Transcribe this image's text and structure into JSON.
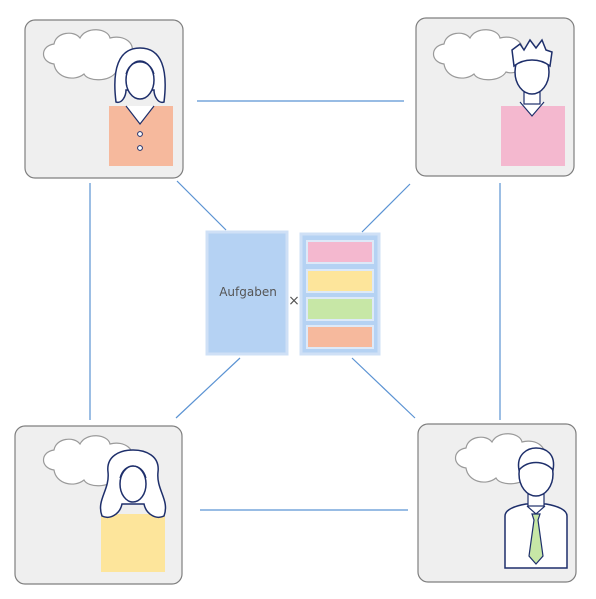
{
  "center": {
    "tasks_label": "Aufgaben",
    "connector_symbol": "×"
  },
  "persons": [
    {
      "id": "top-left",
      "kind": "woman-short-hair",
      "shirt_color": "#f6b99d"
    },
    {
      "id": "top-right",
      "kind": "man-spiky-hair",
      "shirt_color": "#f4b8cf"
    },
    {
      "id": "bottom-left",
      "kind": "woman-wavy-hair",
      "shirt_color": "#fde59b"
    },
    {
      "id": "bottom-right",
      "kind": "man-with-tie",
      "shirt_color": "#ffffff",
      "tie_color": "#c7e7a6"
    }
  ],
  "task_bars": [
    "#f4b8cf",
    "#fde59b",
    "#c7e7a6",
    "#f6b99d"
  ],
  "colors": {
    "line": "#5b93d3",
    "card_fill": "#efefef",
    "card_border": "#7f7f7f",
    "panel_fill": "#b5d2f3",
    "panel_border": "#cfe0f6",
    "outline": "#1e2f6b"
  }
}
